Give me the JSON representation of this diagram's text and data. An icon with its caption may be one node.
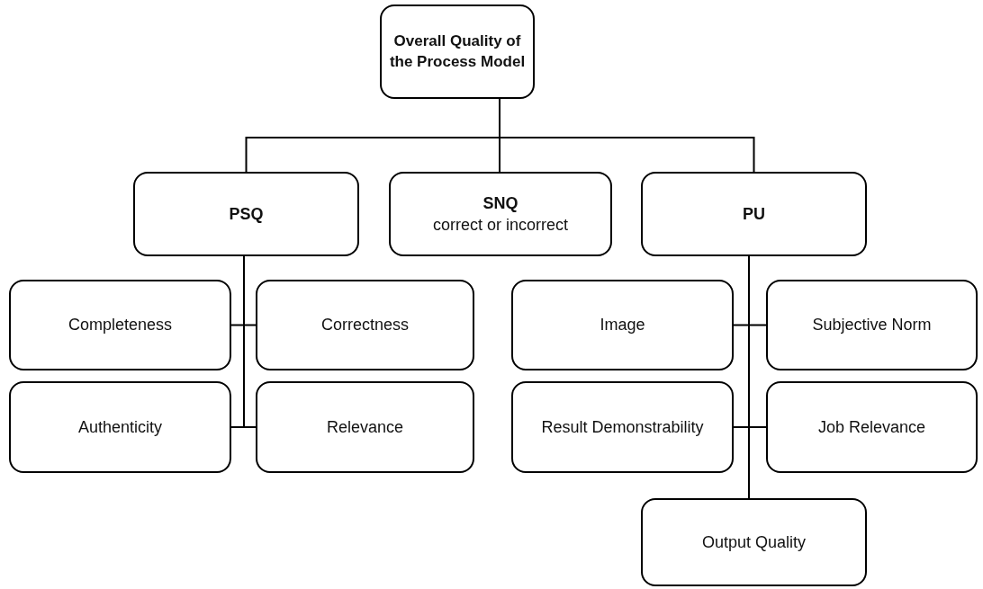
{
  "diagram": {
    "nodes": [
      {
        "text": [
          "Overall Quality of the Process Model"
        ]
      },
      {
        "text": [
          "PSQ"
        ]
      },
      {
        "text": [
          "SNQ",
          "correct or incorrect"
        ]
      },
      {
        "text": [
          "PU"
        ]
      },
      {
        "text": [
          "Completeness"
        ]
      },
      {
        "text": [
          "Correctness"
        ]
      },
      {
        "text": [
          "Authenticity"
        ]
      },
      {
        "text": [
          "Relevance"
        ]
      },
      {
        "text": [
          "Image"
        ]
      },
      {
        "text": [
          "Subjective Norm"
        ]
      },
      {
        "text": [
          "Result Demonstrability"
        ]
      },
      {
        "text": [
          "Job Relevance"
        ]
      },
      {
        "text": [
          "Output Quality"
        ]
      }
    ],
    "edges": [
      {
        "from": 0,
        "to": 1,
        "arrow": "none"
      },
      {
        "from": 0,
        "to": 2,
        "arrow": "none"
      },
      {
        "from": 0,
        "to": 3,
        "arrow": "none"
      },
      {
        "from": 1,
        "to": 4,
        "arrow": "none"
      },
      {
        "from": 1,
        "to": 5,
        "arrow": "none"
      },
      {
        "from": 1,
        "to": 6,
        "arrow": "none"
      },
      {
        "from": 1,
        "to": 7,
        "arrow": "none"
      },
      {
        "from": 3,
        "to": 8,
        "arrow": "none"
      },
      {
        "from": 3,
        "to": 9,
        "arrow": "none"
      },
      {
        "from": 3,
        "to": 10,
        "arrow": "none"
      },
      {
        "from": 3,
        "to": 11,
        "arrow": "none"
      },
      {
        "from": 3,
        "to": 12,
        "arrow": "none"
      }
    ]
  }
}
